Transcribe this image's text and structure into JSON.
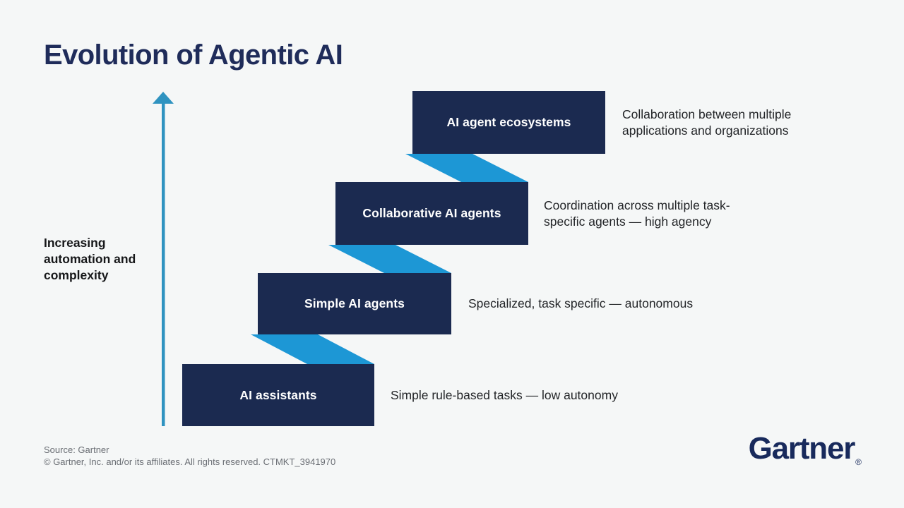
{
  "title": "Evolution of Agentic AI",
  "axis_label_lines": [
    "Increasing",
    "automation and",
    "complexity"
  ],
  "steps": [
    {
      "label": "AI assistants",
      "description": "Simple rule-based tasks — low autonomy",
      "description_lines": [
        "Simple rule-based tasks — low autonomy"
      ]
    },
    {
      "label": "Simple AI agents",
      "description": "Specialized, task specific — autonomous",
      "description_lines": [
        "Specialized, task specific — autonomous"
      ]
    },
    {
      "label": "Collaborative AI agents",
      "description": "Coordination across multiple task-specific agents — high agency",
      "description_lines": [
        "Coordination across multiple task-",
        "specific agents — high agency"
      ]
    },
    {
      "label": "AI agent ecosystems",
      "description": "Collaboration between multiple applications and organizations",
      "description_lines": [
        "Collaboration between multiple",
        "applications and organizations"
      ]
    }
  ],
  "footer": {
    "source": "Source: Gartner",
    "copyright": "© Gartner, Inc. and/or its affiliates. All rights reserved. CTMKT_3941970",
    "logo": "Gartner",
    "logo_reg": "®"
  },
  "colors": {
    "background": "#f5f7f7",
    "box_navy": "#1b2a50",
    "title_navy": "#1f2c5a",
    "ribbon_blue": "#1d97d5",
    "arrow_teal": "#2f93c0",
    "text_dark": "#232528",
    "source_gray": "#6a6e74",
    "box_label_white": "#ffffff",
    "logo_navy": "#182a5c"
  }
}
